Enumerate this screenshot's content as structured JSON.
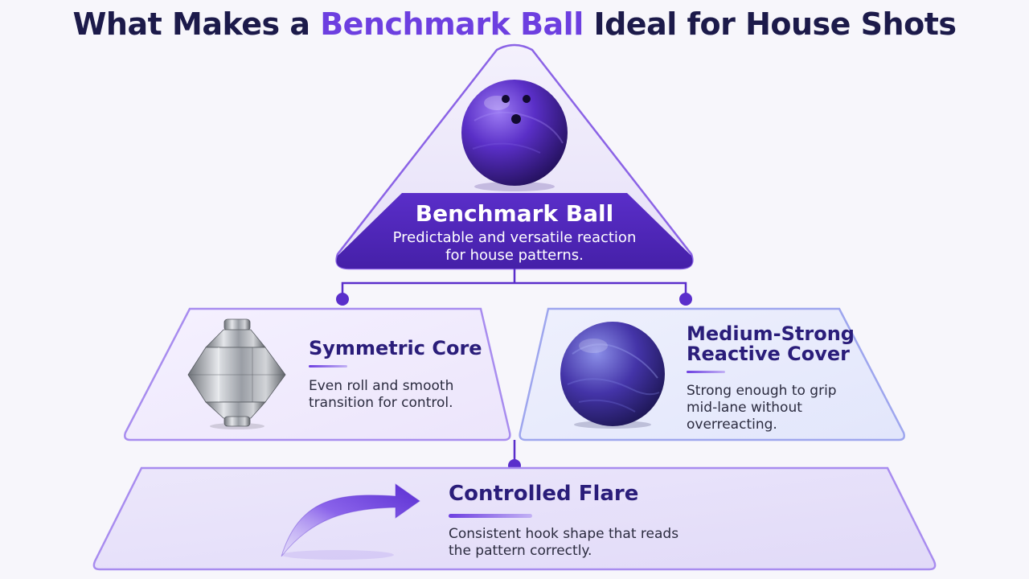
{
  "title": {
    "before": "What Makes a ",
    "accent": "Benchmark Ball",
    "after": " Ideal for House Shots"
  },
  "top": {
    "heading": "Benchmark Ball",
    "line1": "Predictable and versatile reaction",
    "line2": "for house patterns."
  },
  "left": {
    "heading": "Symmetric Core",
    "line1": "Even roll and smooth",
    "line2": "transition for control."
  },
  "right": {
    "heading_line1": "Medium-Strong",
    "heading_line2": "Reactive Cover",
    "line1": "Strong enough to grip",
    "line2": "mid-lane without",
    "line3": "overreacting."
  },
  "bottom": {
    "heading": "Controlled Flare",
    "line1": "Consistent hook shape that reads",
    "line2": "the pattern correctly."
  },
  "icons": {
    "top": "bowling-ball-icon",
    "left": "symmetric-core-icon",
    "right": "reactive-cover-ball-icon",
    "bottom": "flare-arrow-icon"
  },
  "colors": {
    "accent": "#6d3fe0",
    "band": "#4f27b8",
    "heading": "#2a1d7a",
    "title": "#1c1a4a"
  }
}
